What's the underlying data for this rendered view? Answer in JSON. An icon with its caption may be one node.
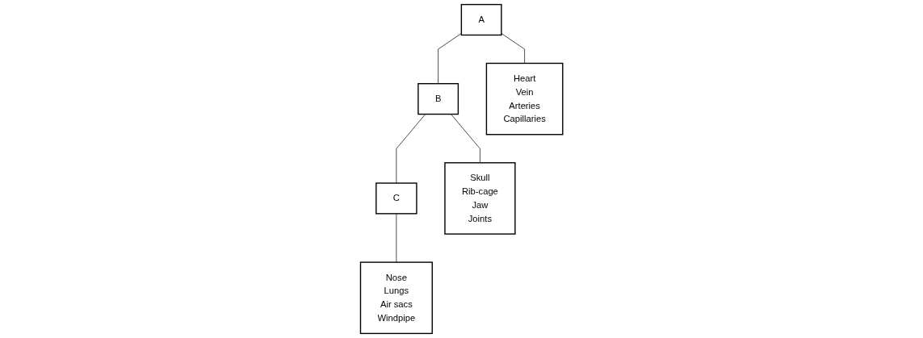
{
  "diagram": {
    "nodes": [
      {
        "text": [
          "A"
        ]
      },
      {
        "text": [
          "B"
        ]
      },
      {
        "text": [
          "C"
        ]
      },
      {
        "text": [
          "Heart",
          "Vein",
          "Arteries",
          "Capillaries"
        ]
      },
      {
        "text": [
          "Skull",
          "Rib-cage",
          "Jaw",
          "Joints"
        ]
      },
      {
        "text": [
          "Nose",
          "Lungs",
          "Air sacs",
          "Windpipe"
        ]
      }
    ],
    "edges": [
      {
        "from": 0,
        "to": 1,
        "arrow": "none"
      },
      {
        "from": 1,
        "to": 2,
        "arrow": "none"
      },
      {
        "from": 0,
        "to": 3,
        "arrow": "none"
      },
      {
        "from": 1,
        "to": 4,
        "arrow": "none"
      },
      {
        "from": 2,
        "to": 5,
        "arrow": "none"
      }
    ]
  }
}
